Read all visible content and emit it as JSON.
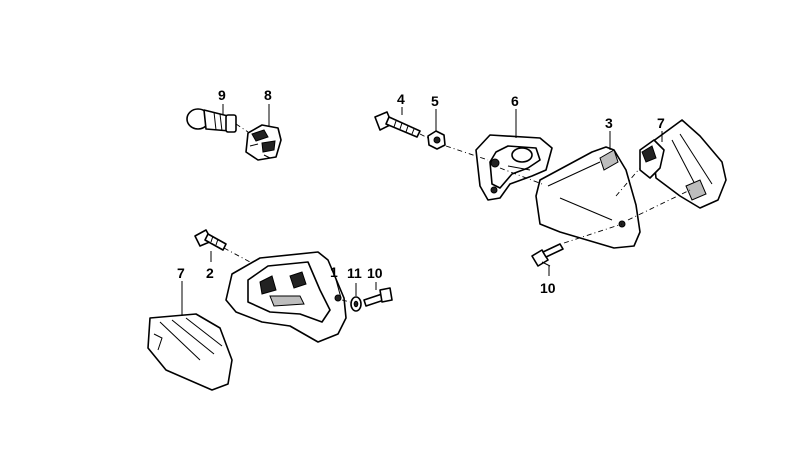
{
  "callouts": {
    "c1": "1",
    "c2": "2",
    "c3": "3",
    "c4": "4",
    "c5": "5",
    "c6": "6",
    "c7_right": "7",
    "c7_left": "7",
    "c8": "8",
    "c9": "9",
    "c10_left": "10",
    "c10_right": "10",
    "c11": "11"
  }
}
